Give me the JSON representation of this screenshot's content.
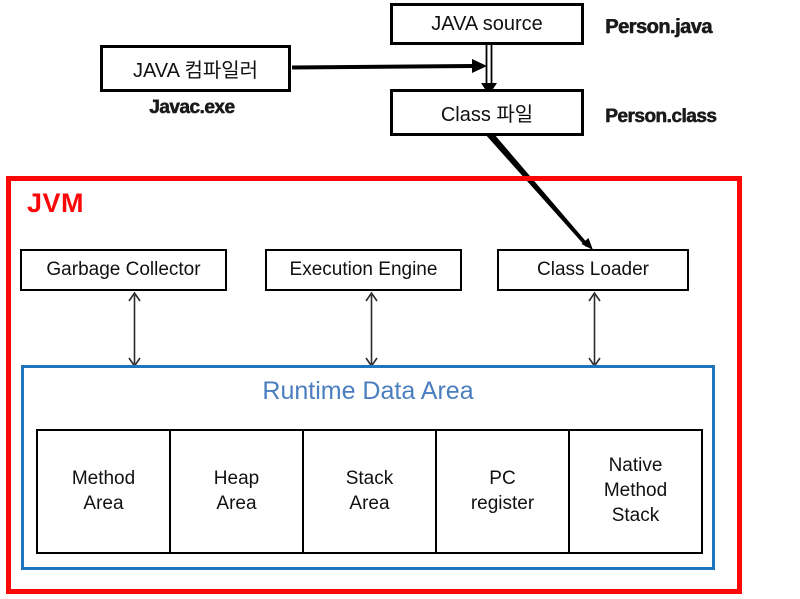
{
  "flow": {
    "java_source_label": "JAVA source",
    "person_java_label": "Person.java",
    "java_compiler_label": "JAVA 컴파일러",
    "javac_exe_label": "Javac.exe",
    "class_file_label": "Class 파일",
    "person_class_label": "Person.class"
  },
  "jvm": {
    "title": "JVM",
    "components": [
      "Garbage Collector",
      "Execution Engine",
      "Class Loader"
    ],
    "runtime_data_area": {
      "title": "Runtime Data Area",
      "cells": [
        "Method\nArea",
        "Heap\nArea",
        "Stack\nArea",
        "PC\nregister",
        "Native\nMethod\nStack"
      ]
    }
  },
  "colors": {
    "jvm_border": "#fb0707",
    "jvm_title_text": "#fb0707",
    "runtime_border": "#1f75bc",
    "runtime_title_text": "#4a7ebf",
    "box_border": "#000000",
    "arrow": "#000000"
  }
}
